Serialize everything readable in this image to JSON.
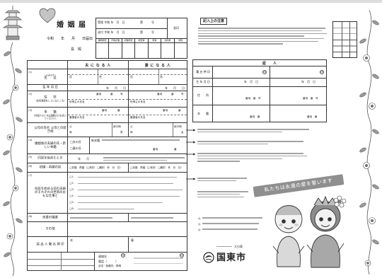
{
  "header": {
    "title": "婚 姻 届",
    "date_line": "令和　　年　　月　　日届出",
    "addressee": "長　殿"
  },
  "office": {
    "accept_label": "受理",
    "send_label": "送付",
    "era": "令和",
    "date": "年　月　日",
    "number": "第　　　号",
    "stamp_label": "長印",
    "checks": [
      "書類調査",
      "戸籍記載",
      "記載調査",
      "調査票",
      "附票",
      "住民票",
      "通知"
    ]
  },
  "main": {
    "husband_header": "夫 に な る 人",
    "wife_header": "妻 に な る 人",
    "row_numbers": [
      "(1)",
      "(2)",
      "(3)",
      "(4)",
      "(5)",
      "(6)",
      "(7)",
      "(8)"
    ],
    "yomikata": "(よみかた)",
    "name_label": "氏　　名",
    "surname": "氏",
    "given": "名",
    "birth_label": "生 年 月 日",
    "ymd": "年　　月　　日",
    "address_label": "住　　所",
    "address_note": "(住民登録をしているところ)",
    "banchi": "番地",
    "ban": "番",
    "go": "号",
    "householder": "世帯主の氏名",
    "honseki_label": "本　　籍",
    "honseki_note": "(外国人のときは国籍だけを書いてください)",
    "head": "筆頭者の氏名",
    "parents_label": "父母の氏名 父母との続き柄",
    "father": "父",
    "mother": "母",
    "relation": "続き柄",
    "male": "男",
    "female": "女",
    "after_label": "婚姻後の夫婦の氏・新しい本籍",
    "after_husband": "□夫の氏",
    "after_wife": "□妻の氏",
    "new_honseki": "新本籍",
    "cohab_label": "同居を始めたとき",
    "cohab_ym": "年　　月",
    "first_label": "初婚・再婚の別",
    "first_opts": "□初婚　再婚（□死別　□離別　年　月　日）",
    "work_label": "同居を始める前の夫婦のそれぞれの世帯のおもな仕事と",
    "work_items": [
      "□1.",
      "□2.",
      "□3.",
      "□4.",
      "□5.",
      "□6."
    ],
    "job_label": "夫妻の職業",
    "other_label": "その他",
    "signer_label": "届 出 人 署 名 押 印",
    "husband": "夫",
    "wife": "妻",
    "seal": "印",
    "contact": "連絡先",
    "phone": "電話",
    "phone_kinds": "自宅・勤務先・携帯"
  },
  "notes": {
    "title": "記入上の注意"
  },
  "witness": {
    "title": "証　　人",
    "sign": "署 名 押 印",
    "birth": "生 年 月 日",
    "ymd": "年　月　日",
    "address": "住　　所",
    "honseki": "本　　籍",
    "banchi": "番地",
    "ban": "番",
    "go": "号",
    "seal": "印"
  },
  "ribbon": "私たちは永遠の愛を誓います",
  "bullets": [
    "◎",
    "◎",
    "◎"
  ],
  "logo": {
    "pref": "大分県",
    "city": "国東市"
  },
  "colors": {
    "ink": "#222222",
    "ribbon": "#8f8f8f",
    "vine": "#555555"
  }
}
